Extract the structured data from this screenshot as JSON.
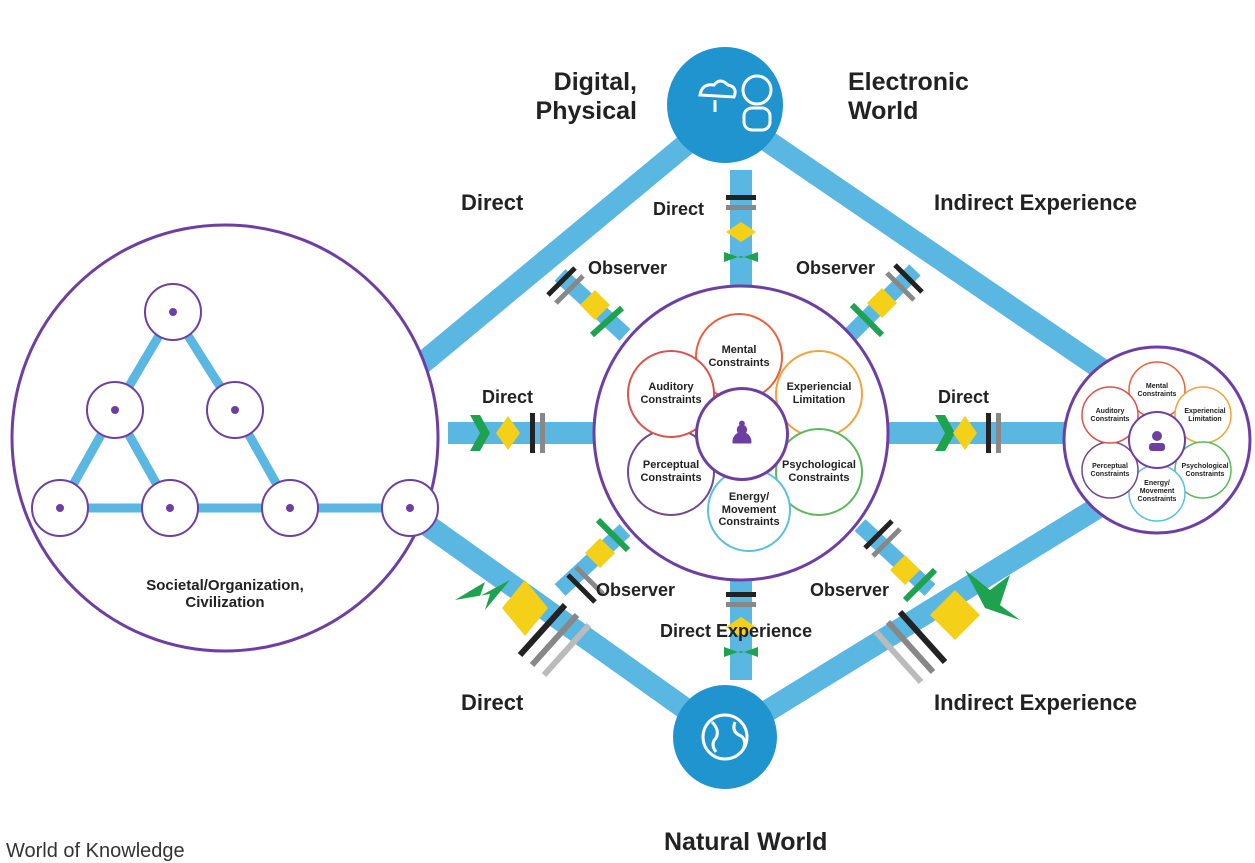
{
  "top_node": {
    "left_text": "Digital,\nPhysical",
    "right_text": "Electronic\nWorld",
    "icon": "robot-cloud-icon"
  },
  "bottom_node": {
    "text": "Natural World",
    "icon": "globe-icon"
  },
  "edge_labels": {
    "upper_left": "Direct",
    "upper_right": "Indirect Experience",
    "lower_left": "Direct",
    "lower_right": "Indirect Experience",
    "top_vertical": "Direct",
    "bottom_vertical": "Direct Experience",
    "left_horizontal": "Direct",
    "right_horizontal": "Direct"
  },
  "observer_labels": {
    "upper_left": "Observer",
    "upper_right": "Observer",
    "lower_left": "Observer",
    "lower_right": "Observer"
  },
  "center_constraints": {
    "petals": [
      {
        "label": "Mental\nConstraints",
        "color": "#e8613c"
      },
      {
        "label": "Experiencial\nLimitation",
        "color": "#f2a33a"
      },
      {
        "label": "Psychological\nConstraints",
        "color": "#5cb85c"
      },
      {
        "label": "Energy/\nMovement\nConstraints",
        "color": "#5bc0de"
      },
      {
        "label": "Perceptual\nConstraints",
        "color": "#6f4a8e"
      },
      {
        "label": "Auditory\nConstraints",
        "color": "#d9534f"
      }
    ],
    "person_icon": "person-icon"
  },
  "society": {
    "label": "Societal/Organization,\nCivilization"
  },
  "caption": "World of Knowledge",
  "colors": {
    "connector": "#5ab7e2",
    "node_fill": "#1f94cf",
    "ring": "#6e3fa3",
    "diamond": "#f5d018",
    "arrow": "#1fa24f"
  }
}
